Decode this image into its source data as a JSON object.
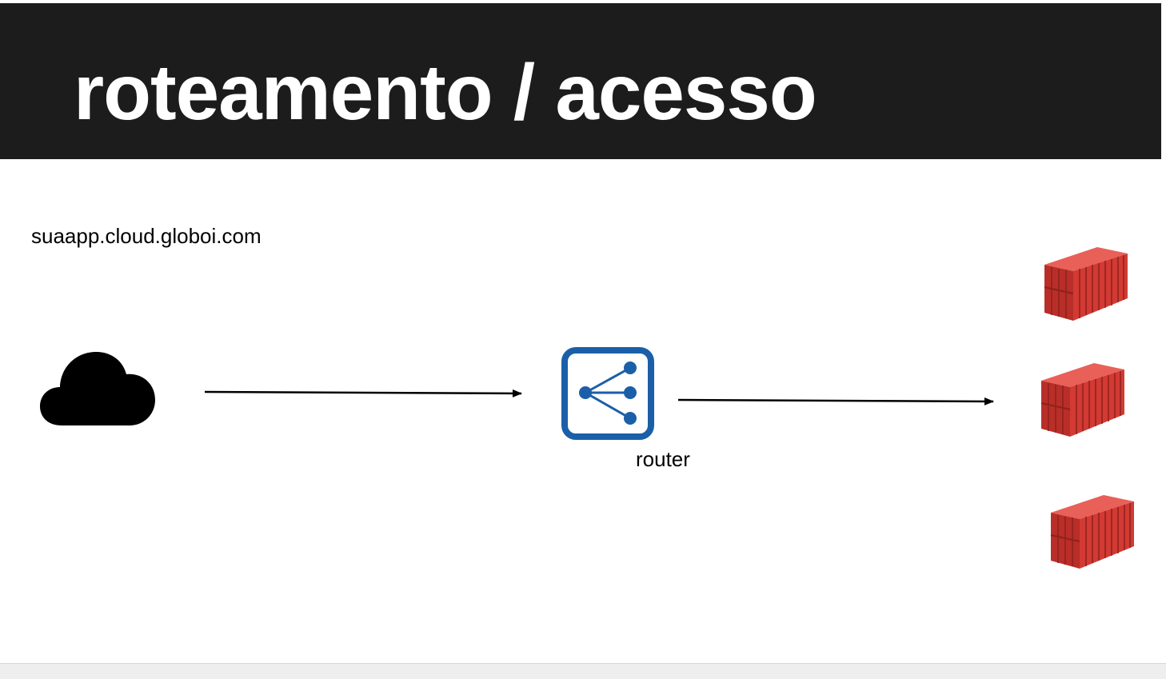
{
  "slide": {
    "title": "roteamento / acesso",
    "url_label": "suaapp.cloud.globoi.com",
    "router_label": "router"
  },
  "icons": {
    "cloud": "cloud-icon",
    "router": "router-icon",
    "container": "shipping-container-icon"
  },
  "colors": {
    "title_bar": "#1c1c1c",
    "router_blue": "#1a5fa8",
    "container_red": "#d23a33"
  }
}
